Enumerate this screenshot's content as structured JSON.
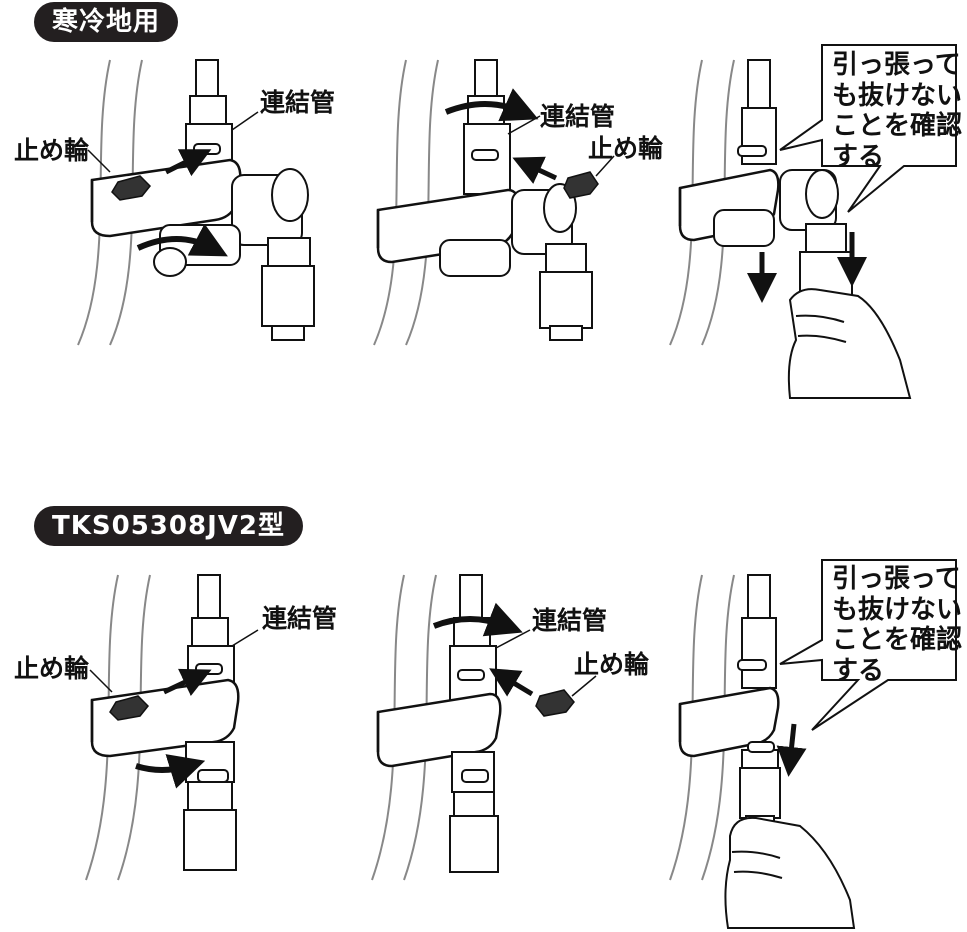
{
  "sections": [
    {
      "badge": "寒冷地用",
      "steps": [
        {
          "labels": {
            "pipe": "連結管",
            "ring": "止め輪"
          }
        },
        {
          "labels": {
            "pipe": "連結管",
            "ring": "止め輪"
          }
        },
        {
          "callout": [
            "引っ張って",
            "も抜けない",
            "ことを確認",
            "する"
          ]
        }
      ]
    },
    {
      "badge": "TKS05308JV2型",
      "steps": [
        {
          "labels": {
            "pipe": "連結管",
            "ring": "止め輪"
          }
        },
        {
          "labels": {
            "pipe": "連結管",
            "ring": "止め輪"
          }
        },
        {
          "callout": [
            "引っ張って",
            "も抜けない",
            "ことを確認",
            "する"
          ]
        }
      ]
    }
  ]
}
